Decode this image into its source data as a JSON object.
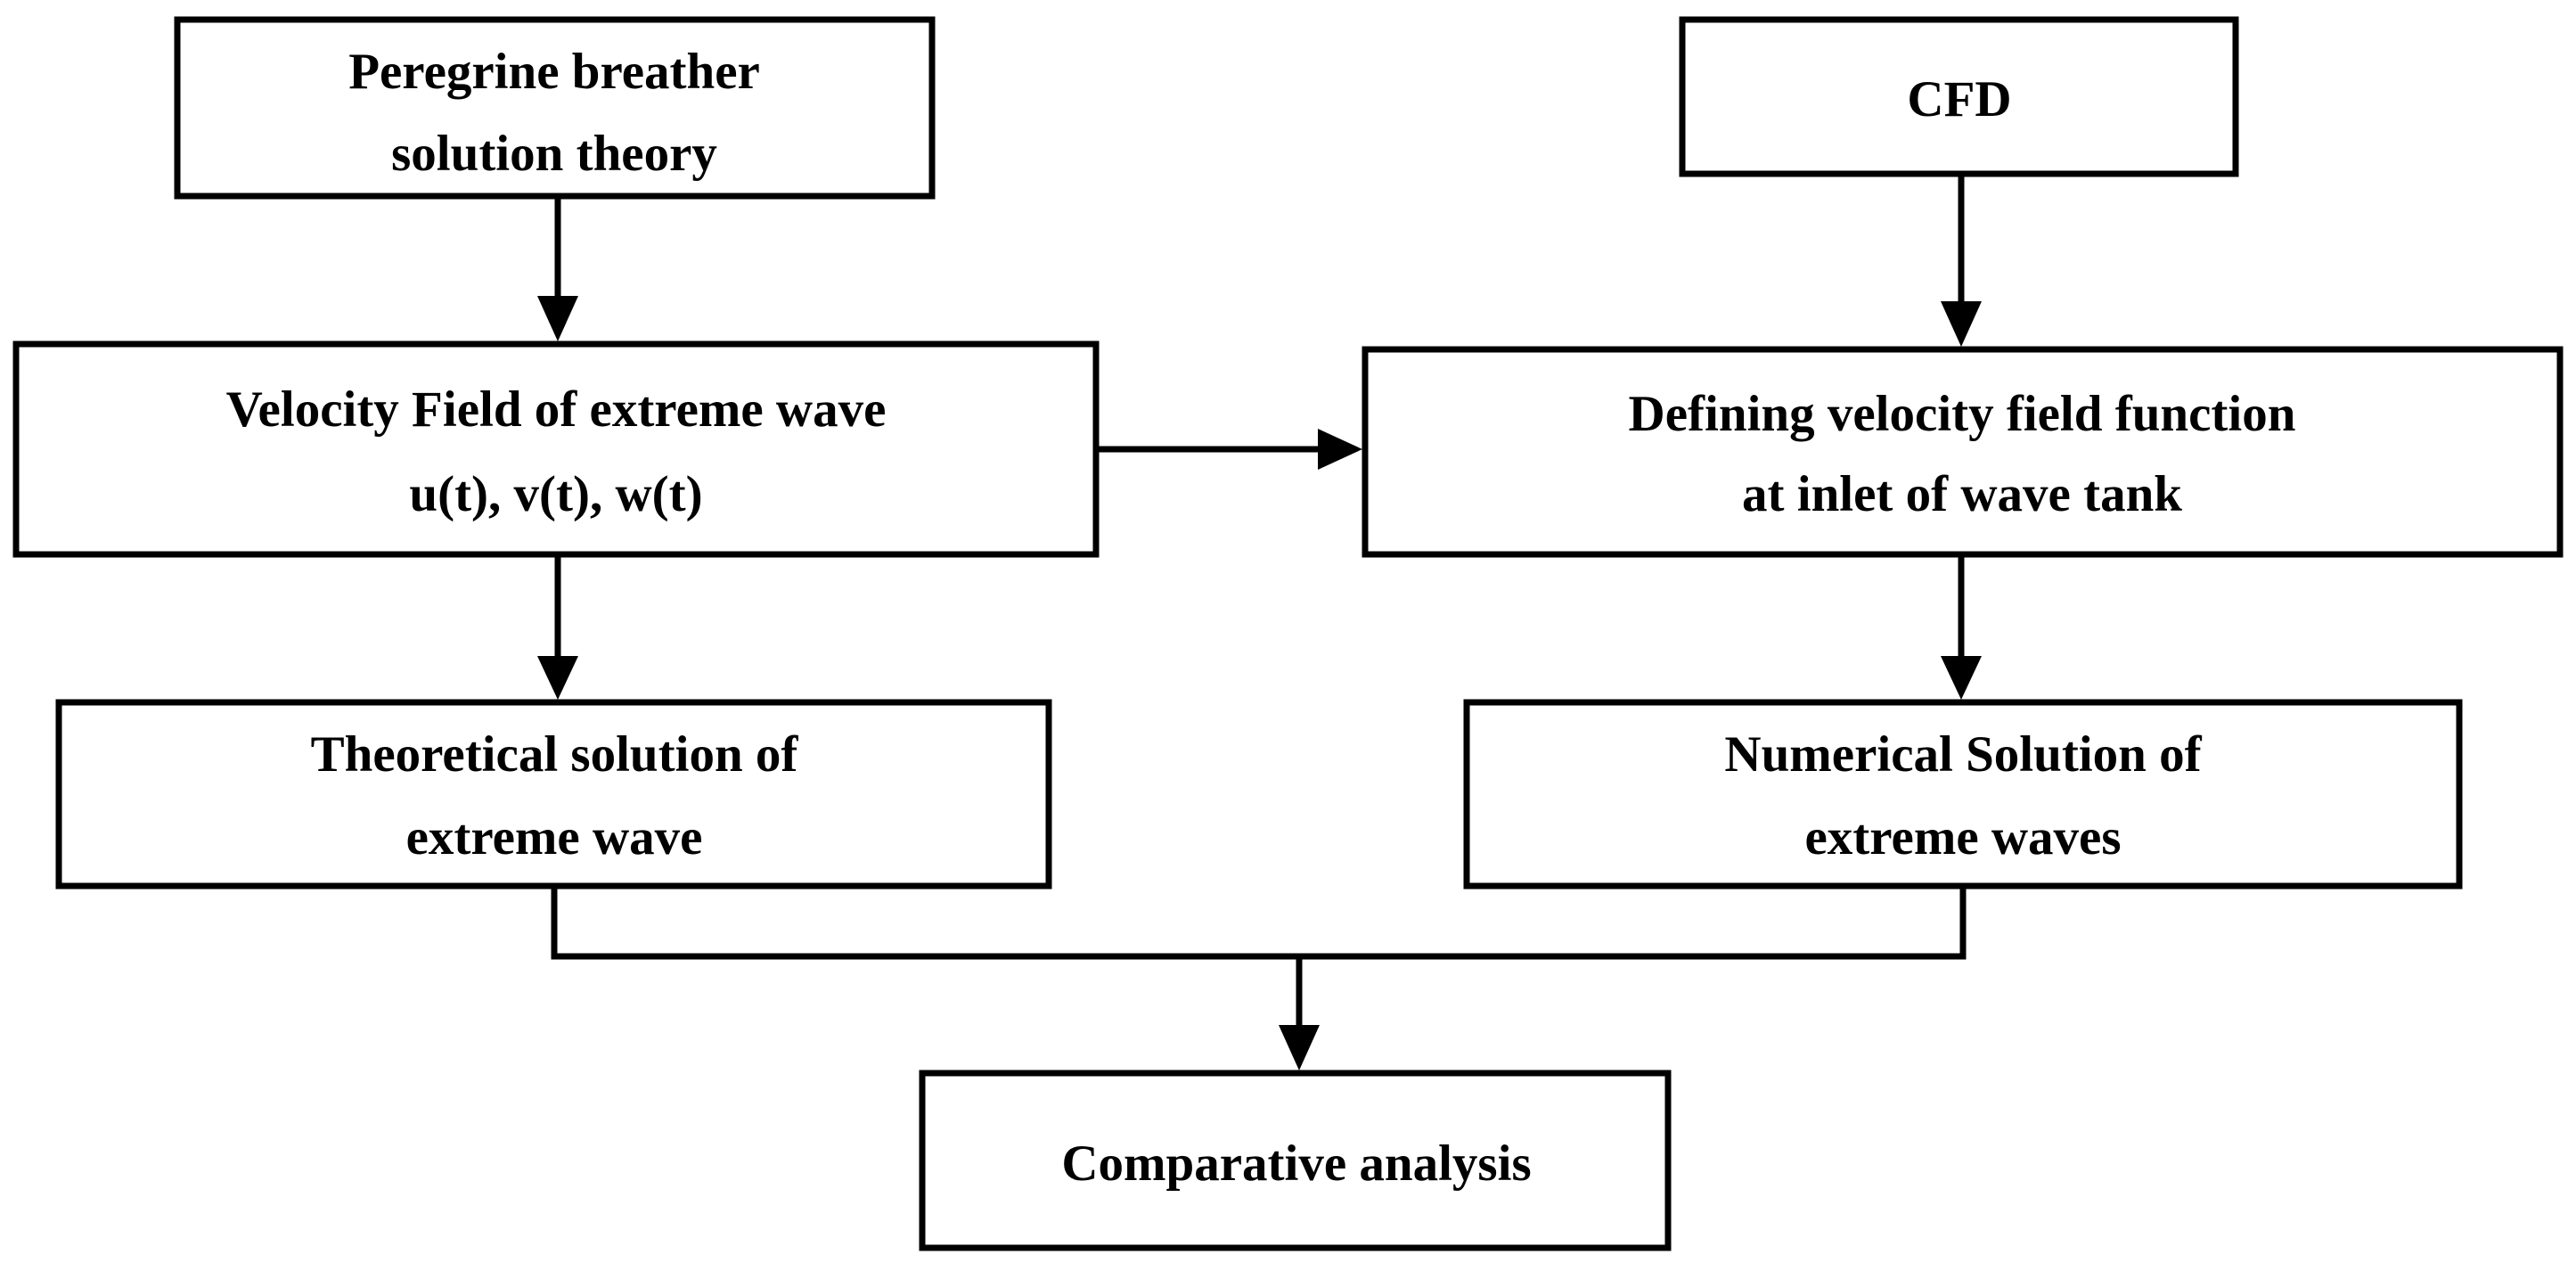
{
  "nodes": {
    "peregrine": {
      "line1": "Peregrine breather",
      "line2": "solution theory"
    },
    "cfd": {
      "line1": "CFD"
    },
    "velocity_field": {
      "line1": "Velocity Field of extreme wave",
      "line2": "u(t), v(t), w(t)"
    },
    "defining_velocity": {
      "line1": "Defining velocity field function",
      "line2": "at inlet of wave tank"
    },
    "theoretical": {
      "line1": "Theoretical solution of",
      "line2": "extreme wave"
    },
    "numerical": {
      "line1": "Numerical Solution of",
      "line2": "extreme waves"
    },
    "comparative": {
      "line1": "Comparative analysis"
    }
  },
  "edges": [
    {
      "from": "peregrine",
      "to": "velocity_field"
    },
    {
      "from": "cfd",
      "to": "defining_velocity"
    },
    {
      "from": "velocity_field",
      "to": "defining_velocity"
    },
    {
      "from": "velocity_field",
      "to": "theoretical"
    },
    {
      "from": "defining_velocity",
      "to": "numerical"
    },
    {
      "from": "theoretical",
      "to": "comparative"
    },
    {
      "from": "numerical",
      "to": "comparative"
    }
  ]
}
